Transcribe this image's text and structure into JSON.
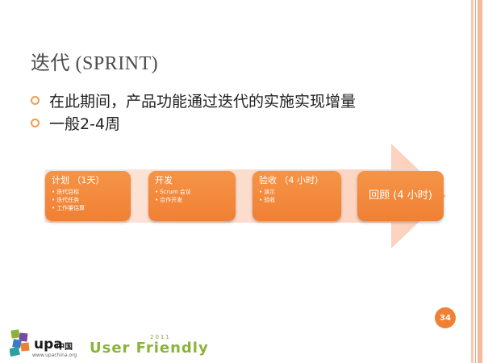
{
  "slide": {
    "title": "迭代 (SPRINT)",
    "bullets": [
      {
        "text": "在此期间，产品功能通过迭代的实施实现增量"
      },
      {
        "text": "一般2-4周"
      }
    ],
    "process": [
      {
        "title": "计划 （1天）",
        "items": [
          "迭代目标",
          "迭代任务",
          "工作量估算"
        ]
      },
      {
        "title": "开发",
        "items": [
          "Scrum 会议",
          "合作开发"
        ]
      },
      {
        "title": "验收 （4 小时）",
        "items": [
          "演示",
          "验收"
        ]
      },
      {
        "title": "回顾 (4 小时)",
        "items": []
      }
    ],
    "page_number": "34"
  },
  "footer": {
    "upa_word": "upa",
    "upa_cn": "中国",
    "upa_url": "www.upachina.org",
    "uf_year": "2011",
    "uf_text": "User Friendly"
  },
  "colors": {
    "accent": "#f08034",
    "accent_light": "#fbd3c0",
    "bullet": "#f39c4f",
    "uf_green": "#8bb33a"
  }
}
